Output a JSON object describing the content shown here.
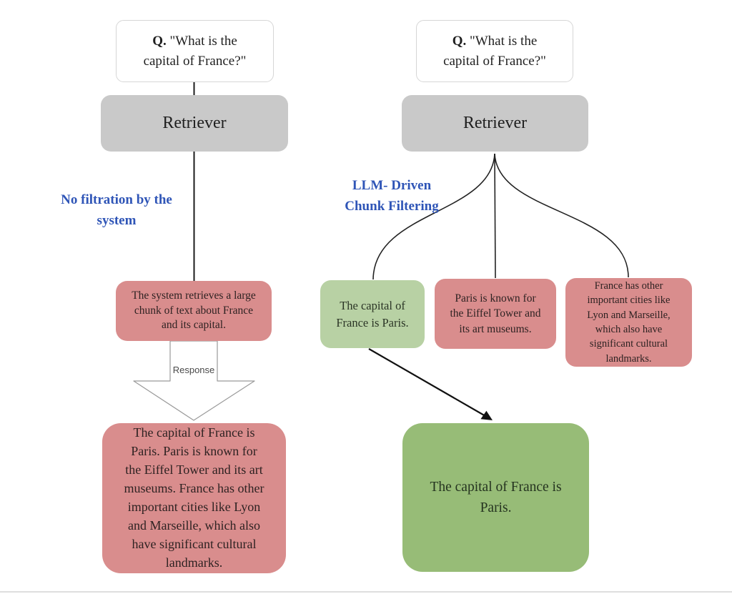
{
  "colors": {
    "pink": "#d98d8d",
    "light_green": "#b8d1a4",
    "green": "#97bc77",
    "gray": "#c9c9c9",
    "blue_label": "#2f55b7",
    "line": "#1c1c1c"
  },
  "left": {
    "question_prefix": "Q.",
    "question_line1": " \"What is the",
    "question_line2": "capital of France?\"",
    "retriever_label": "Retriever",
    "filter_label": "No filtration by the\nsystem",
    "retrieved_chunk": "The system retrieves a large\nchunk of text about France\nand its capital.",
    "response_label": "Response",
    "final_answer": "The capital of France is\nParis. Paris is known for\nthe Eiffel Tower and its art\nmuseums. France has other\nimportant cities like Lyon\nand Marseille, which also\nhave significant cultural\nlandmarks."
  },
  "right": {
    "question_prefix": "Q.",
    "question_line1": " \"What is the",
    "question_line2": "capital of France?\"",
    "retriever_label": "Retriever",
    "filter_label": "LLM- Driven\nChunk Filtering",
    "chunk_kept": "The capital of\nFrance is Paris.",
    "chunk_filtered_1": "Paris is known for\nthe Eiffel Tower and\nits art museums.",
    "chunk_filtered_2": "France has other\nimportant cities like\nLyon and Marseille,\nwhich also have\nsignificant cultural\nlandmarks.",
    "final_answer": "The capital of France is\nParis."
  }
}
